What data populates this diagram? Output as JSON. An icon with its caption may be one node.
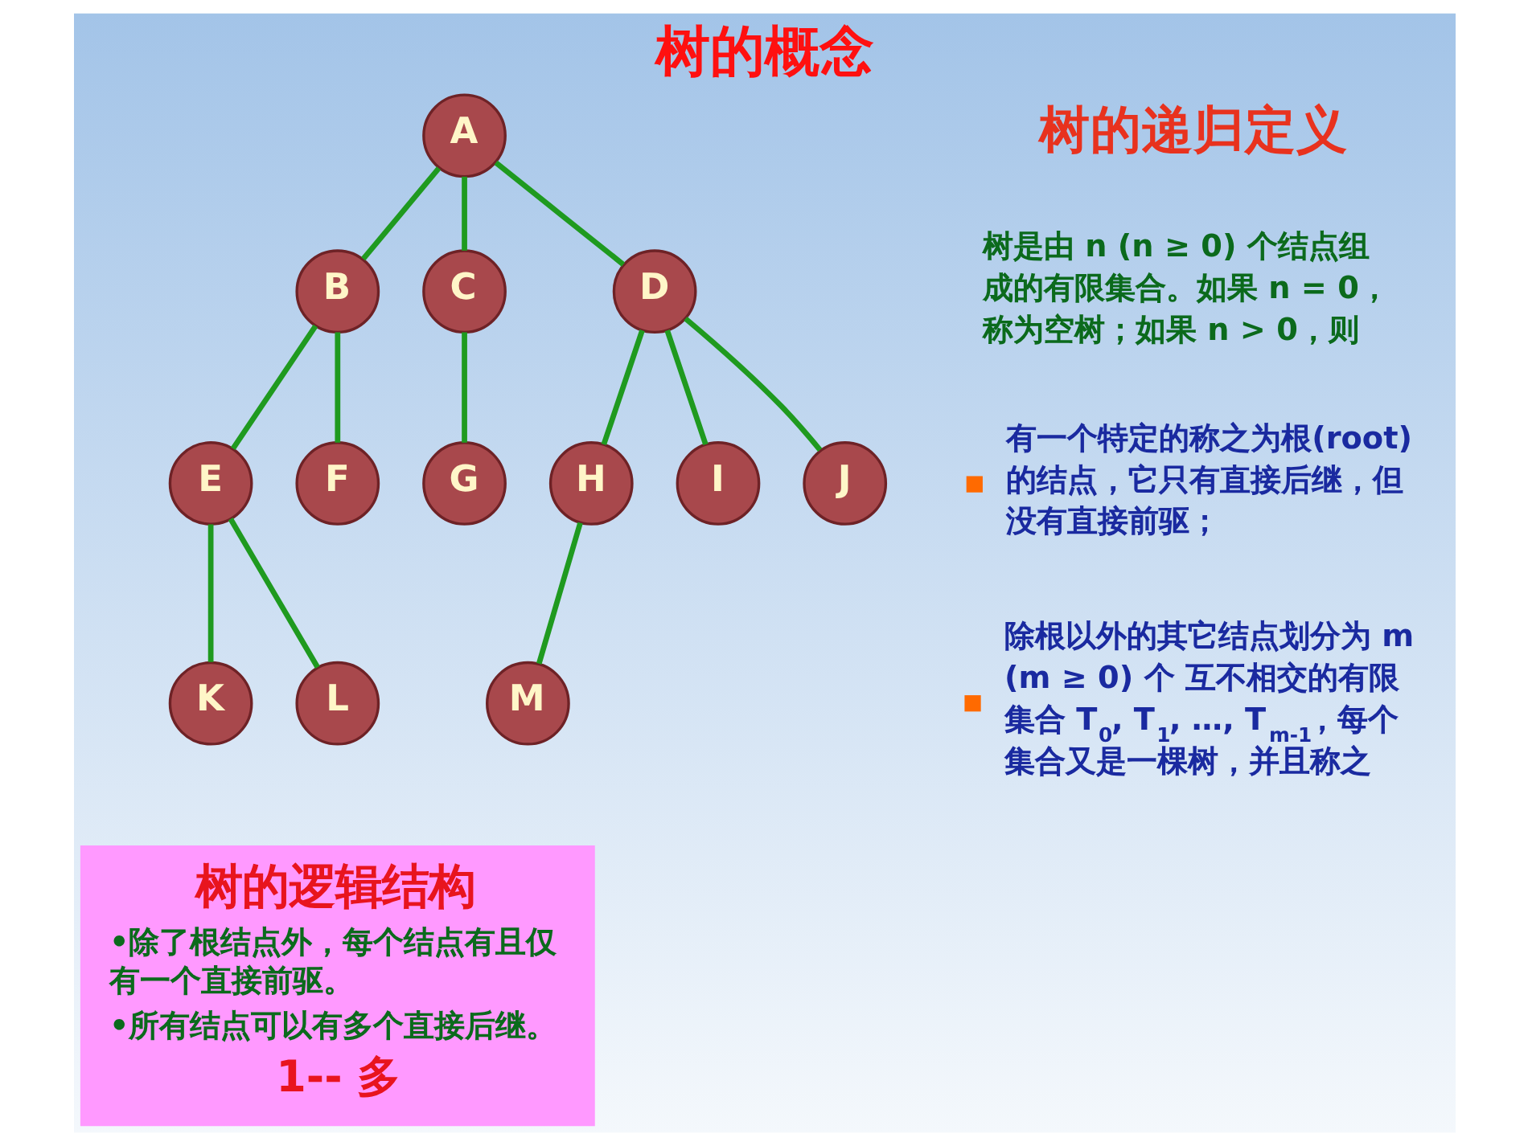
{
  "diagram": {
    "title": "树的概念",
    "nodes": [
      {
        "text": [
          "A"
        ]
      },
      {
        "text": [
          "B"
        ]
      },
      {
        "text": [
          "C"
        ]
      },
      {
        "text": [
          "D"
        ]
      },
      {
        "text": [
          "E"
        ]
      },
      {
        "text": [
          "F"
        ]
      },
      {
        "text": [
          "G"
        ]
      },
      {
        "text": [
          "H"
        ]
      },
      {
        "text": [
          "I"
        ]
      },
      {
        "text": [
          "J"
        ]
      },
      {
        "text": [
          "K"
        ]
      },
      {
        "text": [
          "L"
        ]
      },
      {
        "text": [
          "M"
        ]
      },
      {
        "text": [
          "树的逻辑结构",
          "•除了根结点外，每个结点有且仅有一个直接前驱。",
          "•所有结点可以有多个直接后继。",
          "1-- 多"
        ]
      }
    ],
    "edges": [
      {
        "from": 0,
        "to": 1,
        "arrow": "none"
      },
      {
        "from": 0,
        "to": 2,
        "arrow": "none"
      },
      {
        "from": 0,
        "to": 3,
        "arrow": "none"
      },
      {
        "from": 1,
        "to": 4,
        "arrow": "none"
      },
      {
        "from": 1,
        "to": 5,
        "arrow": "none"
      },
      {
        "from": 2,
        "to": 6,
        "arrow": "none"
      },
      {
        "from": 3,
        "to": 7,
        "arrow": "none"
      },
      {
        "from": 3,
        "to": 8,
        "arrow": "none"
      },
      {
        "from": 3,
        "to": 9,
        "arrow": "none"
      },
      {
        "from": 4,
        "to": 10,
        "arrow": "none"
      },
      {
        "from": 4,
        "to": 11,
        "arrow": "none"
      },
      {
        "from": 7,
        "to": 12,
        "arrow": "none"
      }
    ],
    "labels": [
      "树的递归定义",
      "树是由 n (n ≥ 0) 个结点组成的有限集合。如果 n = 0，称为空树；如果 n > 0，则",
      "有一个特定的称之为根(root) 的结点，它只有直接后继，但没有直接前驱；",
      "除根以外的其它结点划分为 m (m ≥ 0) 个 互不相交的有限集合 T$_{0}$, T$_{1}$, …, T$_{m-1}$，每个集合又是一棵树，并且称之"
    ]
  }
}
